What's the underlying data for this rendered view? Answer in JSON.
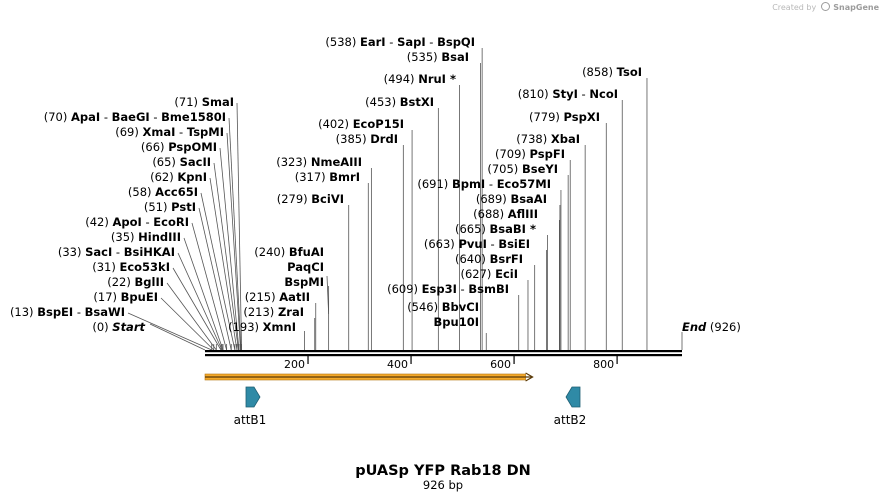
{
  "credit": {
    "prefix": "Created by",
    "brand": "SnapGene"
  },
  "map": {
    "name": "pUASp YFP Rab18 DN",
    "length_label": "926 bp",
    "length": 926,
    "view_start": 0,
    "axis_ticks": [
      {
        "label": "200",
        "pos": 200
      },
      {
        "label": "400",
        "pos": 400
      },
      {
        "label": "600",
        "pos": 600
      },
      {
        "label": "800",
        "pos": 800
      }
    ],
    "ends": [
      {
        "pos": 0,
        "name": "Start",
        "pos_text": "(0)",
        "side": "left"
      },
      {
        "pos": 926,
        "name": "End",
        "pos_text": "(926)",
        "side": "right"
      }
    ],
    "sites": [
      {
        "pos": 13,
        "pos_text": "(13)",
        "enzymes": [
          "BspEI",
          "BsaWI"
        ],
        "star": false
      },
      {
        "pos": 17,
        "pos_text": "(17)",
        "enzymes": [
          "BpuEI"
        ],
        "star": false
      },
      {
        "pos": 22,
        "pos_text": "(22)",
        "enzymes": [
          "BglII"
        ],
        "star": false
      },
      {
        "pos": 31,
        "pos_text": "(31)",
        "enzymes": [
          "Eco53kI"
        ],
        "star": false
      },
      {
        "pos": 33,
        "pos_text": "(33)",
        "enzymes": [
          "SacI",
          "BsiHKAI"
        ],
        "star": false
      },
      {
        "pos": 35,
        "pos_text": "(35)",
        "enzymes": [
          "HindIII"
        ],
        "star": false
      },
      {
        "pos": 42,
        "pos_text": "(42)",
        "enzymes": [
          "ApoI",
          "EcoRI"
        ],
        "star": false
      },
      {
        "pos": 51,
        "pos_text": "(51)",
        "enzymes": [
          "PstI"
        ],
        "star": false
      },
      {
        "pos": 58,
        "pos_text": "(58)",
        "enzymes": [
          "Acc65I"
        ],
        "star": false
      },
      {
        "pos": 62,
        "pos_text": "(62)",
        "enzymes": [
          "KpnI"
        ],
        "star": false
      },
      {
        "pos": 65,
        "pos_text": "(65)",
        "enzymes": [
          "SacII"
        ],
        "star": false
      },
      {
        "pos": 66,
        "pos_text": "(66)",
        "enzymes": [
          "PspOMI"
        ],
        "star": false
      },
      {
        "pos": 69,
        "pos_text": "(69)",
        "enzymes": [
          "XmaI",
          "TspMI"
        ],
        "star": false
      },
      {
        "pos": 70,
        "pos_text": "(70)",
        "enzymes": [
          "ApaI",
          "BaeGI",
          "Bme1580I"
        ],
        "star": false
      },
      {
        "pos": 71,
        "pos_text": "(71)",
        "enzymes": [
          "SmaI"
        ],
        "star": false
      },
      {
        "pos": 193,
        "pos_text": "(193)",
        "enzymes": [
          "XmnI"
        ],
        "star": false
      },
      {
        "pos": 213,
        "pos_text": "(213)",
        "enzymes": [
          "ZraI"
        ],
        "star": false
      },
      {
        "pos": 215,
        "pos_text": "(215)",
        "enzymes": [
          "AatII"
        ],
        "star": false
      },
      {
        "pos": 240,
        "pos_text": "(240)",
        "enzymes": [
          "BfuAI",
          "PaqCI",
          "BspMI"
        ],
        "star": false
      },
      {
        "pos": 279,
        "pos_text": "(279)",
        "enzymes": [
          "BciVI"
        ],
        "star": false
      },
      {
        "pos": 317,
        "pos_text": "(317)",
        "enzymes": [
          "BmrI"
        ],
        "star": false
      },
      {
        "pos": 323,
        "pos_text": "(323)",
        "enzymes": [
          "NmeAIII"
        ],
        "star": false
      },
      {
        "pos": 385,
        "pos_text": "(385)",
        "enzymes": [
          "DrdI"
        ],
        "star": false
      },
      {
        "pos": 402,
        "pos_text": "(402)",
        "enzymes": [
          "EcoP15I"
        ],
        "star": false
      },
      {
        "pos": 453,
        "pos_text": "(453)",
        "enzymes": [
          "BstXI"
        ],
        "star": false
      },
      {
        "pos": 494,
        "pos_text": "(494)",
        "enzymes": [
          "NruI"
        ],
        "star": true
      },
      {
        "pos": 535,
        "pos_text": "(535)",
        "enzymes": [
          "BsaI"
        ],
        "star": false
      },
      {
        "pos": 538,
        "pos_text": "(538)",
        "enzymes": [
          "EarI",
          "SapI",
          "BspQI"
        ],
        "star": false
      },
      {
        "pos": 546,
        "pos_text": "(546)",
        "enzymes": [
          "BbvCI",
          "Bpu10I"
        ],
        "star": false
      },
      {
        "pos": 609,
        "pos_text": "(609)",
        "enzymes": [
          "Esp3I",
          "BsmBI"
        ],
        "star": false
      },
      {
        "pos": 627,
        "pos_text": "(627)",
        "enzymes": [
          "EciI"
        ],
        "star": false
      },
      {
        "pos": 640,
        "pos_text": "(640)",
        "enzymes": [
          "BsrFI"
        ],
        "star": false
      },
      {
        "pos": 663,
        "pos_text": "(663)",
        "enzymes": [
          "PvuI",
          "BsiEI"
        ],
        "star": false
      },
      {
        "pos": 665,
        "pos_text": "(665)",
        "enzymes": [
          "BsaBI"
        ],
        "star": true
      },
      {
        "pos": 688,
        "pos_text": "(688)",
        "enzymes": [
          "AflIII"
        ],
        "star": false
      },
      {
        "pos": 689,
        "pos_text": "(689)",
        "enzymes": [
          "BsaAI"
        ],
        "star": false
      },
      {
        "pos": 691,
        "pos_text": "(691)",
        "enzymes": [
          "BpmI",
          "Eco57MI"
        ],
        "star": false
      },
      {
        "pos": 705,
        "pos_text": "(705)",
        "enzymes": [
          "BseYI"
        ],
        "star": false
      },
      {
        "pos": 709,
        "pos_text": "(709)",
        "enzymes": [
          "PspFI"
        ],
        "star": false
      },
      {
        "pos": 738,
        "pos_text": "(738)",
        "enzymes": [
          "XbaI"
        ],
        "star": false
      },
      {
        "pos": 779,
        "pos_text": "(779)",
        "enzymes": [
          "PspXI"
        ],
        "star": false
      },
      {
        "pos": 810,
        "pos_text": "(810)",
        "enzymes": [
          "StyI",
          "NcoI"
        ],
        "star": false
      },
      {
        "pos": 858,
        "pos_text": "(858)",
        "enzymes": [
          "TsoI"
        ],
        "star": false
      }
    ],
    "features": [
      {
        "name": "YFP Rab18 DN ORF",
        "type": "orf",
        "start": 0,
        "end": 700,
        "direction": "forward",
        "color": "#f4a92a",
        "label": ""
      },
      {
        "name": "attB1",
        "type": "att",
        "pos": 85,
        "direction": "forward",
        "color": "#2f8aa6",
        "label": "attB1"
      },
      {
        "name": "attB2",
        "type": "att",
        "pos": 710,
        "direction": "reverse",
        "color": "#2f8aa6",
        "label": "attB2"
      }
    ],
    "colors": {
      "backbone": "#000000",
      "site_line": "#555555",
      "orf_fill": "#f4a92a",
      "att_fill": "#2f8aa6"
    }
  }
}
